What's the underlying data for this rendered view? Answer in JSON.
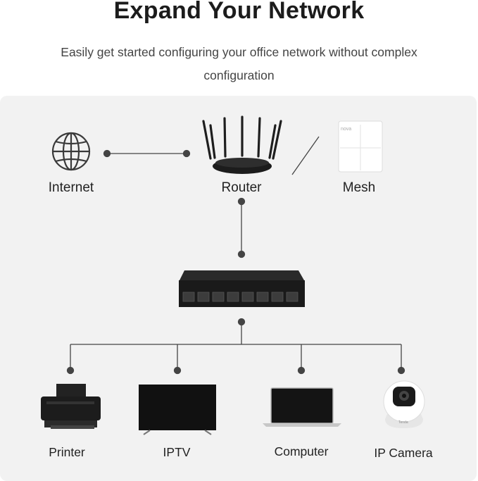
{
  "header": {
    "title": "Expand Your Network",
    "subtitle": "Easily get started configuring your office network without complex configuration"
  },
  "nodes": {
    "internet": "Internet",
    "router": "Router",
    "mesh": "Mesh",
    "printer": "Printer",
    "iptv": "IPTV",
    "computer": "Computer",
    "ip_camera": "IP Camera"
  },
  "device_text": {
    "mesh_logo": "nova",
    "camera_logo": "Tenda"
  },
  "colors": {
    "panel": "#f2f2f2",
    "line": "#444444",
    "device": "#1e1e1e"
  },
  "icons": [
    "globe-icon",
    "router-icon",
    "mesh-icon",
    "switch-icon",
    "printer-icon",
    "tv-icon",
    "laptop-icon",
    "camera-icon"
  ]
}
